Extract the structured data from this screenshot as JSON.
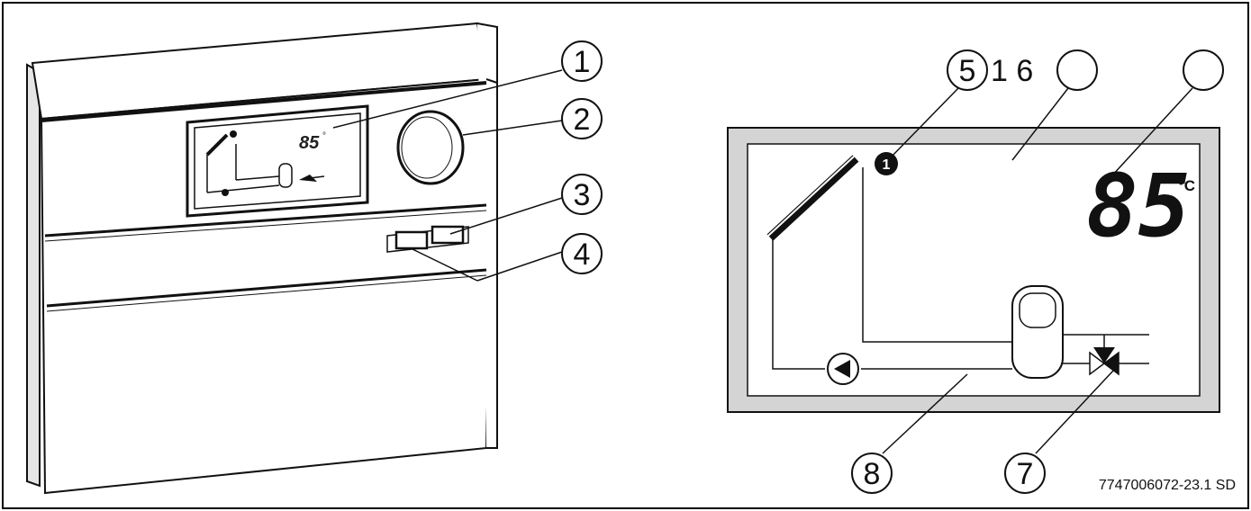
{
  "diagram": {
    "device_display_value": "85",
    "device_display_unit": "°",
    "callouts": [
      "1",
      "2",
      "3",
      "4",
      "5",
      "6",
      "7",
      "8"
    ],
    "callout_labels_top": "1 6",
    "callout_5": "5",
    "callout_6_blank": "",
    "callout_extra_blank": "",
    "lcd": {
      "temperature": "85",
      "unit": "°C",
      "sensor_badge": "1"
    },
    "reference_code": "7747006072-23.1 SD"
  }
}
